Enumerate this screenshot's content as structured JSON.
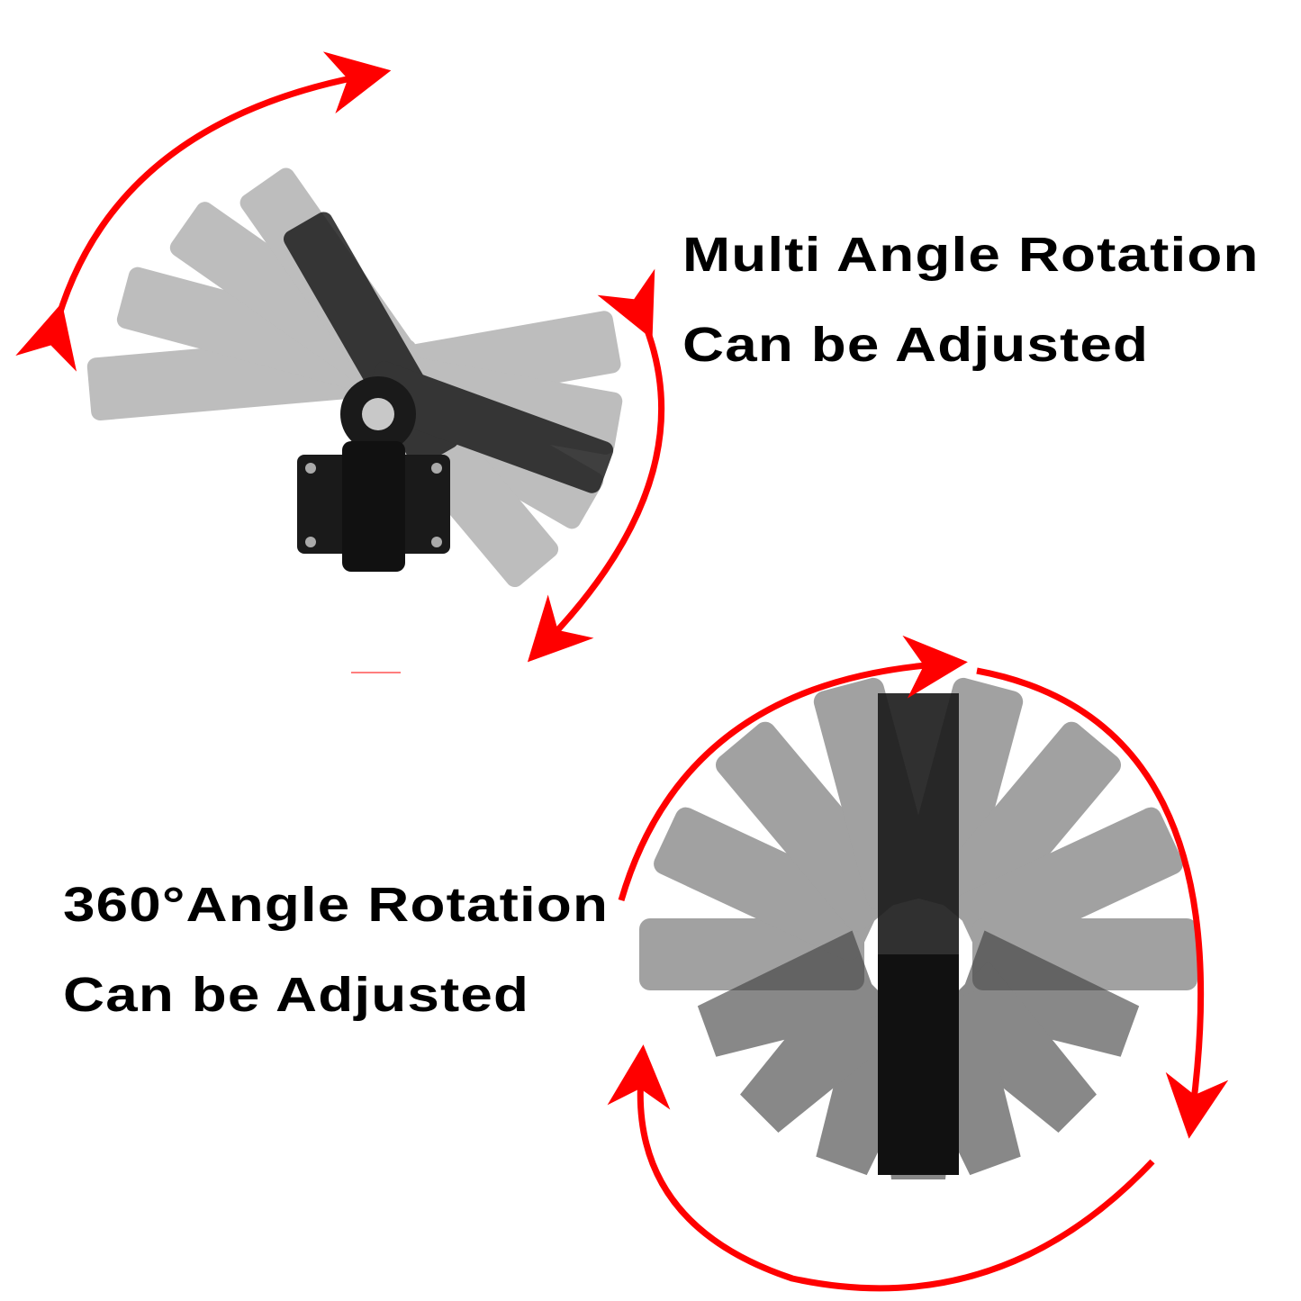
{
  "top_caption": {
    "line1": "Multi Angle Rotation",
    "line2": "Can be Adjusted"
  },
  "bottom_caption": {
    "line1": "360°Angle Rotation",
    "line2": "Can be Adjusted"
  },
  "colors": {
    "arrow": "#ff0000",
    "text": "#000000",
    "product_dark": "#1a1a1a",
    "product_ghost": "#6e6e6e"
  }
}
